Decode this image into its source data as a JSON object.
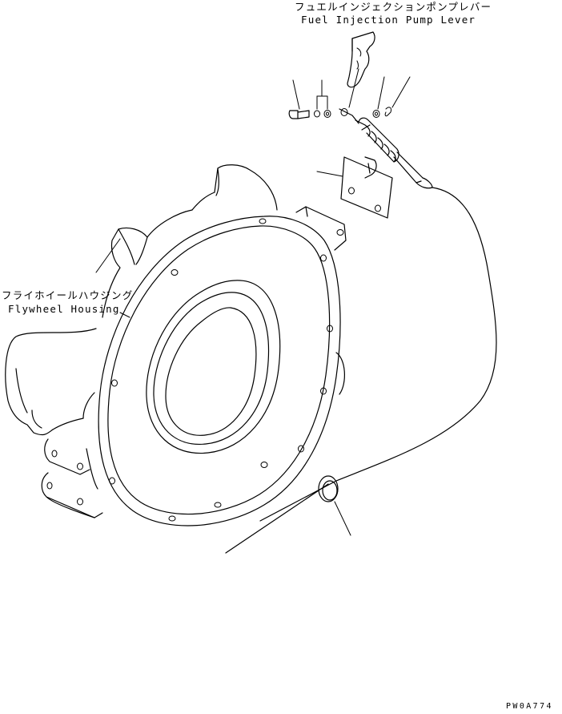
{
  "labels": {
    "fuel_pump_lever_jp": "フュエルインジェクションポンプレバー",
    "fuel_pump_lever_en": "Fuel Injection Pump Lever",
    "flywheel_housing_jp": "フライホイールハウジング",
    "flywheel_housing_en": "Flywheel Housing"
  },
  "drawing_code": "PW0A774"
}
